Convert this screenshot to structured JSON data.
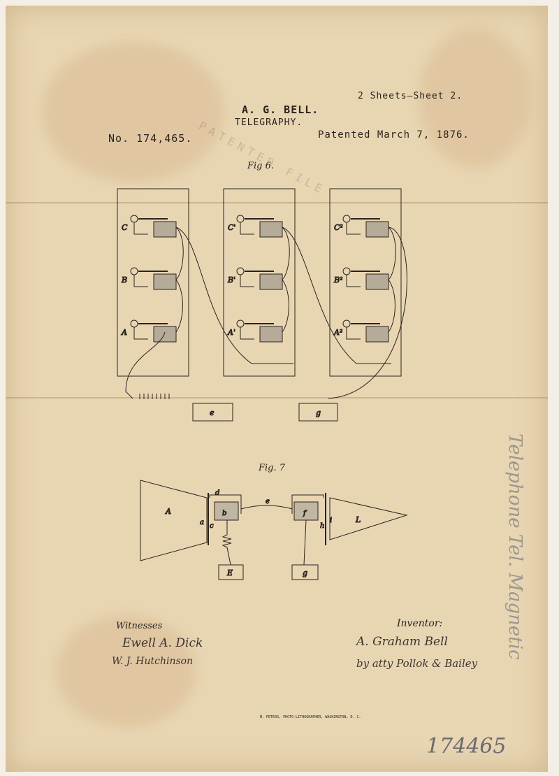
{
  "header": {
    "sheets": "2 Sheets—Sheet 2.",
    "inventor_name": "A. G. BELL.",
    "subject": "TELEGRAPHY.",
    "patent_number": "No. 174,465.",
    "patent_date": "Patented March 7, 1876.",
    "stamp": "PATENTED FILE"
  },
  "fig6": {
    "title": "Fig 6.",
    "columns": [
      {
        "labels": [
          "C",
          "B",
          "A"
        ]
      },
      {
        "labels": [
          "C'",
          "B'",
          "A'"
        ]
      },
      {
        "labels": [
          "C²",
          "B²",
          "A²"
        ]
      }
    ],
    "boxes": [
      "e",
      "g"
    ]
  },
  "fig7": {
    "title": "Fig. 7",
    "labels": {
      "A": "A",
      "a": "a",
      "c": "c",
      "d": "d",
      "b": "b",
      "e": "e",
      "f": "f",
      "h": "h",
      "i": "i",
      "L": "L",
      "E": "E",
      "g": "g"
    }
  },
  "footer": {
    "witnesses_label": "Witnesses",
    "witness_1": "Ewell A. Dick",
    "witness_2": "W. J. Hutchinson",
    "inventor_label": "Inventor:",
    "inventor_signature": "A. Graham Bell",
    "attorney": "by atty Pollok & Bailey",
    "lithographer": "N. PETERS, PHOTO-LITHOGRAPHER, WASHINGTON, D. C.",
    "margin_note": "Telephone Tel. Magnetic",
    "handwritten_number": "174465"
  }
}
